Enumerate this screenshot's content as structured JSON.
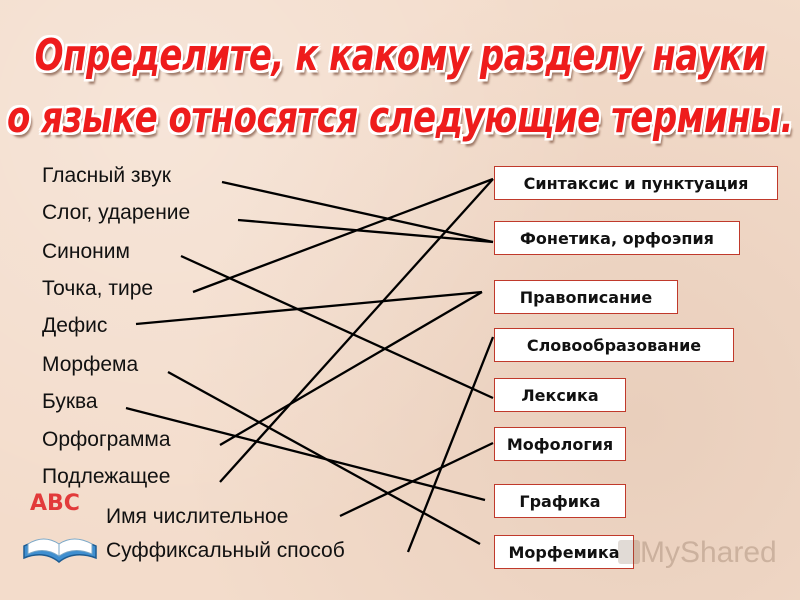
{
  "title": {
    "line1": "Определите, к какому разделу науки",
    "line2": "о языке относятся следующие термины."
  },
  "terms": [
    "Гласный звук",
    "Слог, ударение",
    "Синоним",
    "Точка, тире",
    "Дефис",
    "Морфема",
    "Буква",
    "Орфограмма",
    "Подлежащее",
    "Имя числительное",
    "Суффиксальный способ"
  ],
  "sections": [
    "Синтаксис и пунктуация",
    "Фонетика, орфоэпия",
    "Правописание",
    "Словообразование",
    "Лексика",
    "Мофология",
    "Графика",
    "Морфемика"
  ],
  "connections": [
    {
      "term": 0,
      "section": 1
    },
    {
      "term": 1,
      "section": 1
    },
    {
      "term": 2,
      "section": 4
    },
    {
      "term": 3,
      "section": 0
    },
    {
      "term": 4,
      "section": 2
    },
    {
      "term": 5,
      "section": 7
    },
    {
      "term": 6,
      "section": 6
    },
    {
      "term": 7,
      "section": 2
    },
    {
      "term": 8,
      "section": 0
    },
    {
      "term": 9,
      "section": 5
    },
    {
      "term": 10,
      "section": 3
    }
  ],
  "logo_text": "ABC",
  "watermark": "MyShared",
  "colors": {
    "title": "#ee1c1c",
    "box_border": "#c0392b",
    "line": "#000000"
  }
}
